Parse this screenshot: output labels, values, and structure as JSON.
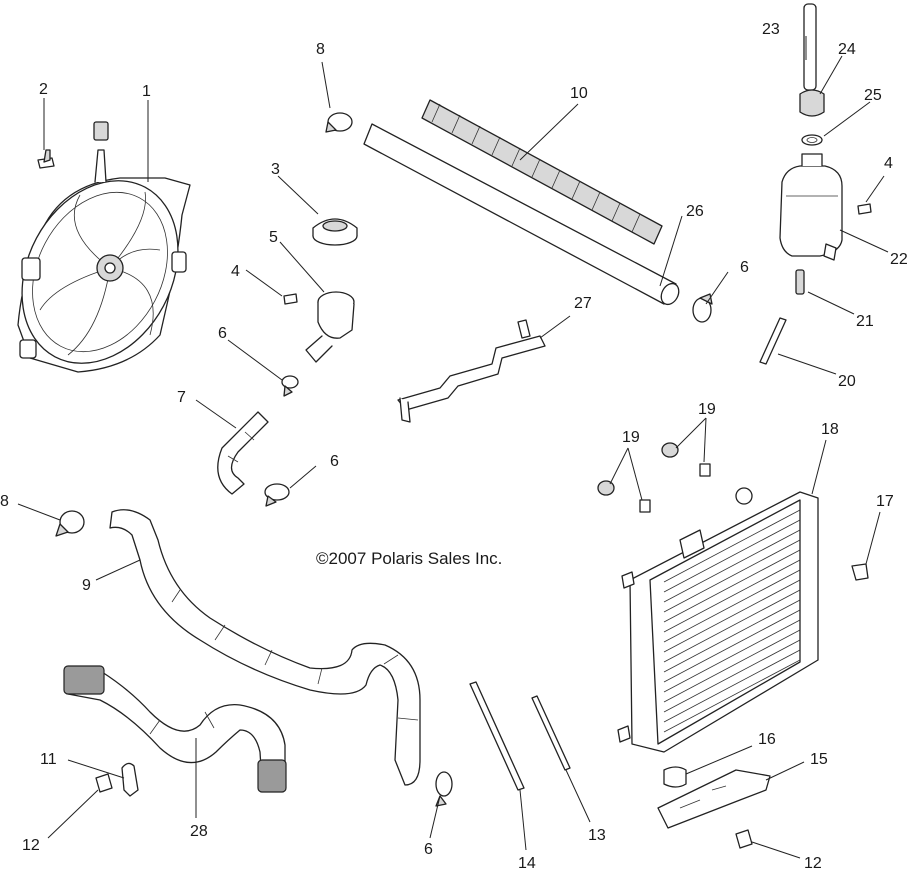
{
  "copyright": "©2007 Polaris Sales Inc.",
  "callouts": [
    "1",
    "2",
    "3",
    "4",
    "4",
    "5",
    "6",
    "6",
    "6",
    "6",
    "7",
    "8",
    "8",
    "9",
    "10",
    "11",
    "12",
    "12",
    "13",
    "14",
    "15",
    "16",
    "17",
    "18",
    "19",
    "19",
    "20",
    "21",
    "22",
    "23",
    "24",
    "25",
    "26",
    "27",
    "28"
  ]
}
